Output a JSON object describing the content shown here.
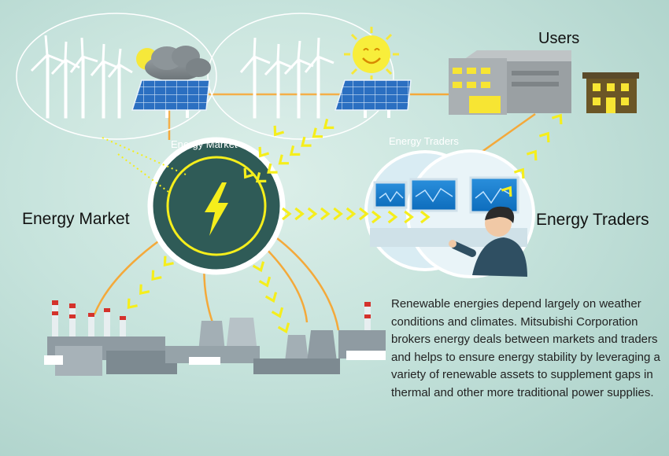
{
  "labels": {
    "users": "Users",
    "energy_market": "Energy Market",
    "energy_traders": "Energy Traders",
    "energy_market_small": "Energy Market",
    "energy_traders_small": "Energy Traders"
  },
  "description": "Renewable energies depend largely on weather conditions and climates. Mitsubishi Corporation brokers energy deals between markets and traders and helps to ensure energy stability by leveraging a variety of renewable assets to supplement gaps in thermal and other more traditional power supplies.",
  "icons": {
    "hub": "lightning-bolt-icon",
    "weather_cloudy": "cloud-sun-icon",
    "weather_sunny": "sun-icon",
    "flow": "chevron-arrow-icon"
  },
  "colors": {
    "background": "#c6e3dc",
    "hub_fill": "#2f5b57",
    "accent_yellow": "#f5ee1c",
    "connector_orange": "#f4a93a",
    "panel_blue": "#2b6fc1"
  }
}
